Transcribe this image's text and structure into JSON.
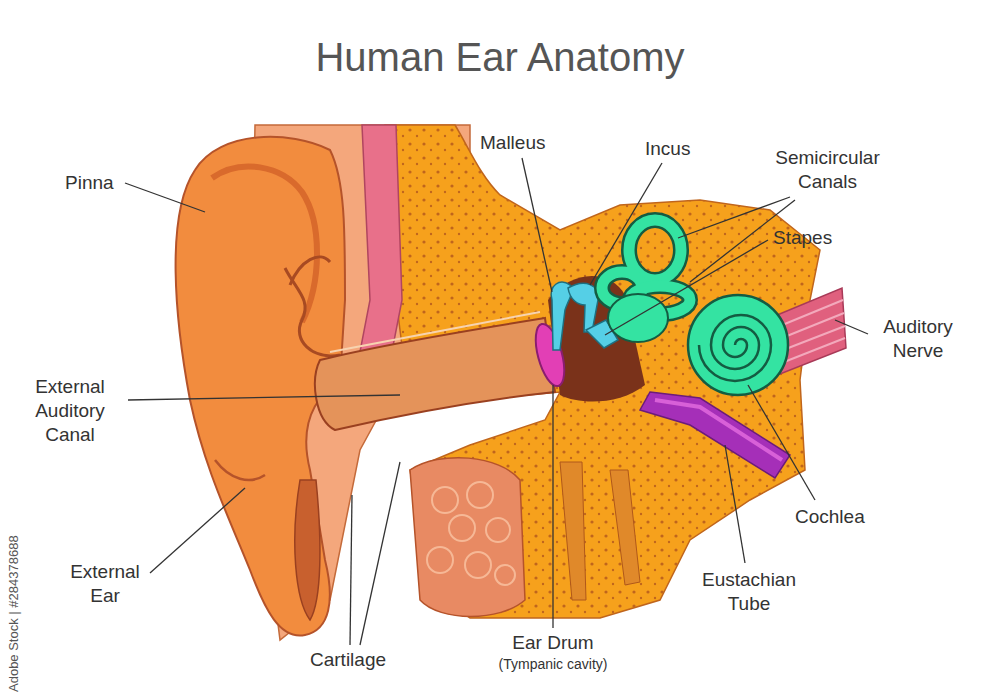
{
  "diagram": {
    "title": "Human Ear Anatomy",
    "labels": [
      "Pinna",
      "Malleus",
      "Incus",
      "Semicircular Canals",
      "Stapes",
      "Auditory Nerve",
      "External Auditory Canal",
      "Cochlea",
      "External Ear",
      "Eustachian Tube",
      "Cartilage",
      "Ear Drum",
      "(Tympanic cavity)",
      "Adobe Stock | #284378688"
    ]
  }
}
